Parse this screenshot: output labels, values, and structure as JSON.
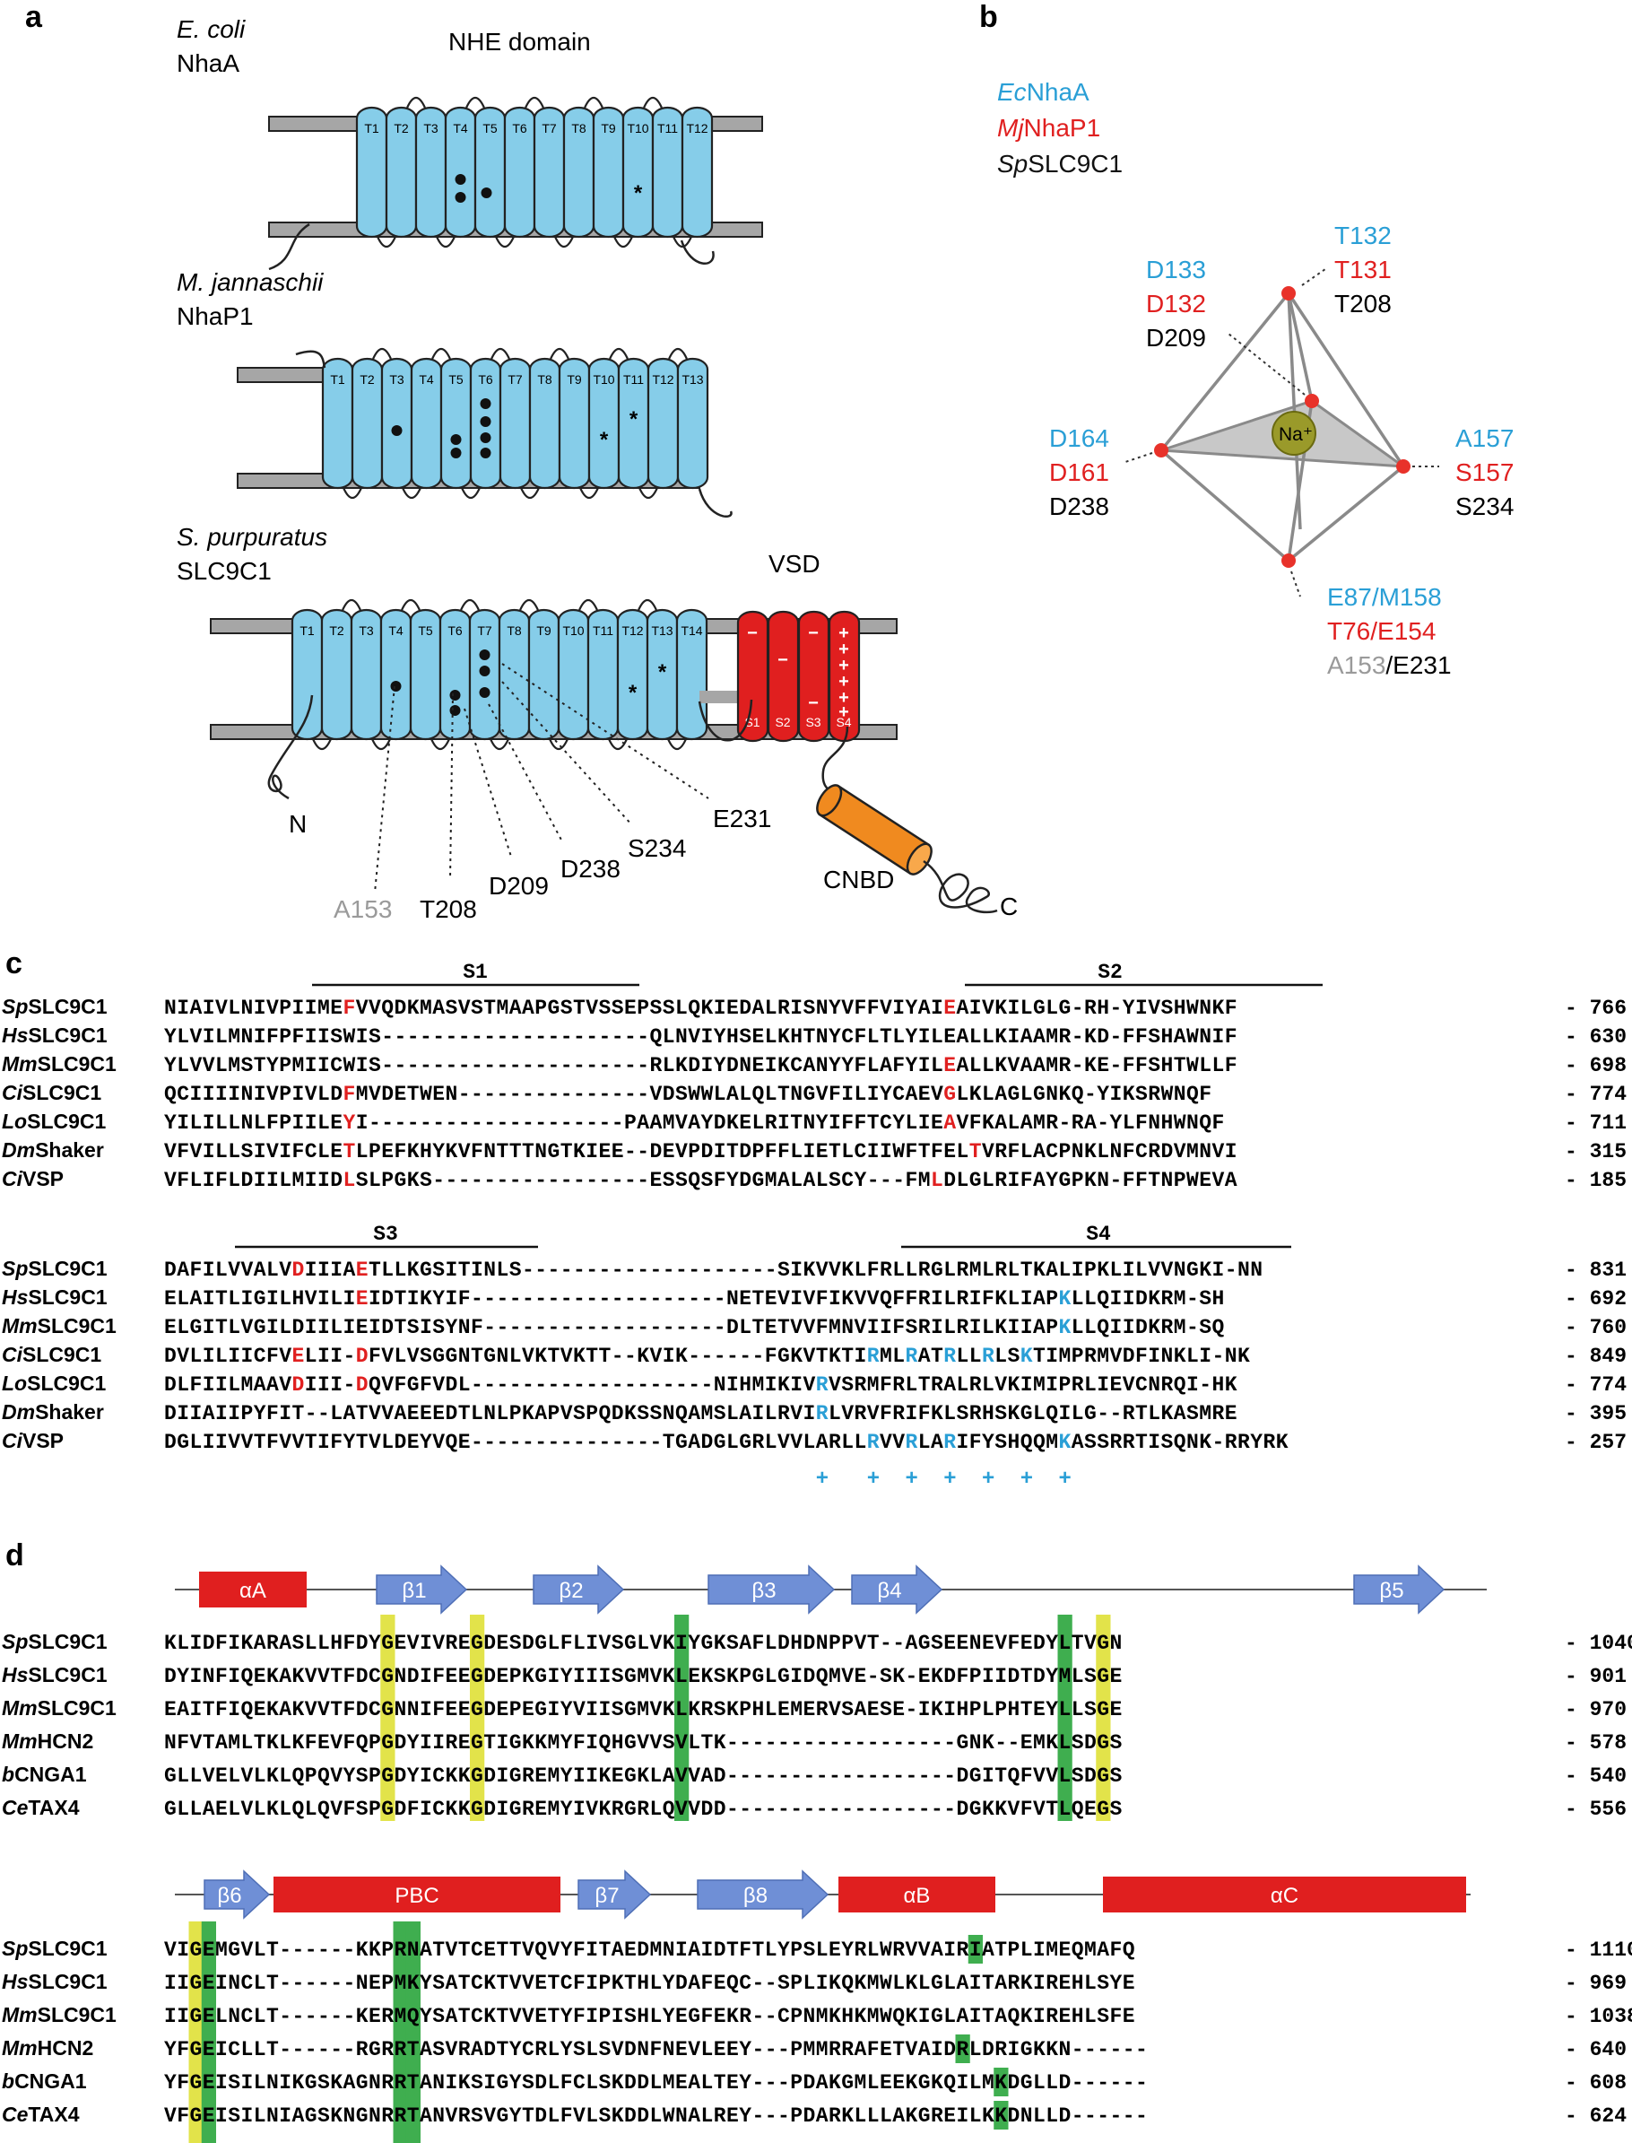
{
  "panels": {
    "a": "a",
    "b": "b",
    "c": "c",
    "d": "d"
  },
  "panel_a": {
    "ecoli": {
      "species": "E. coli",
      "protein": "NhaA",
      "domain": "NHE domain",
      "helices": [
        "T1",
        "T2",
        "T3",
        "T4",
        "T5",
        "T6",
        "T7",
        "T8",
        "T9",
        "T10",
        "T11",
        "T12"
      ]
    },
    "mjann": {
      "species": "M. jannaschii",
      "protein": "NhaP1",
      "helices": [
        "T1",
        "T2",
        "T3",
        "T4",
        "T5",
        "T6",
        "T7",
        "T8",
        "T9",
        "T10",
        "T11",
        "T12",
        "T13"
      ]
    },
    "spurp": {
      "species": "S. purpuratus",
      "protein": "SLC9C1",
      "vsd": "VSD",
      "helices": [
        "T1",
        "T2",
        "T3",
        "T4",
        "T5",
        "T6",
        "T7",
        "T8",
        "T9",
        "T10",
        "T11",
        "T12",
        "T13",
        "T14"
      ],
      "vsd_helices": [
        "S1",
        "S2",
        "S3",
        "S4"
      ],
      "nterm": "N",
      "cterm": "C",
      "cnbd": "CNBD",
      "residues": [
        "A153",
        "T208",
        "D209",
        "D238",
        "S234",
        "E231"
      ]
    },
    "asterisk": "*",
    "vsd_minus": "−",
    "vsd_plus": "+"
  },
  "panel_b": {
    "legend": [
      {
        "italic": "Ec",
        "rest": "NhaA",
        "color": "#2a9fd6"
      },
      {
        "italic": "Mj",
        "rest": "NhaP1",
        "color": "#e02020"
      },
      {
        "italic": "Sp",
        "rest": "SLC9C1",
        "color": "#111111"
      }
    ],
    "ion": "Na⁺",
    "top_right": [
      "T132",
      "T131",
      "T208"
    ],
    "top_left": [
      "D133",
      "D132",
      "D209"
    ],
    "left": [
      "D164",
      "D161",
      "D238"
    ],
    "right": [
      "A157",
      "S157",
      "S234"
    ],
    "bottom": [
      "E87/M158",
      "T76/E154",
      "A153",
      "/E231"
    ]
  },
  "panel_c": {
    "block1": {
      "headers": [
        "S1",
        "S2"
      ],
      "rows": [
        {
          "name_i": "Sp",
          "name": "SLC9C1",
          "seq": "NIAIVLNIVPIIMEFVVQDKMASVSTMAAPGSTVSSEPSSLQKIEDALRISNYVFFVIYAIEAIVKILGLG-RH-YIVSHWNKF",
          "num": "766"
        },
        {
          "name_i": "Hs",
          "name": "SLC9C1",
          "seq": "YLVILMNIFPFIISWIS---------------------QLNVIYHSELKHTNYCFLTLYILEALLKIAAMR-KD-FFSHAWNIF",
          "num": "630"
        },
        {
          "name_i": "Mm",
          "name": "SLC9C1",
          "seq": "YLVVLMSTYPMIICWIS---------------------RLKDIYDNEIKCANYYFLAFYILEALLKVAAMR-KE-FFSHTWLLF",
          "num": "698"
        },
        {
          "name_i": "Ci",
          "name": "SLC9C1",
          "seq": "QCIIIINIVPIVLDFMVDETWEN---------------VDSWWLALQLTNGVFILIYCAEVGLKLAGLGNKQ-YIKSRWNQF",
          "num": "774"
        },
        {
          "name_i": "Lo",
          "name": "SLC9C1",
          "seq": "YILILLNLFPIILEYI--------------------PAAMVAYDKELRITNYIFFTCYLIEAVFKALAMR-RA-YLFNHWNQF",
          "num": "711"
        },
        {
          "name_i": "Dm",
          "name": "Shaker",
          "seq": "VFVILLSIVIFCLETLPEFKHYKVFNTTTNGTKIEE--DEVPDITDPFFLIETLCIIWFTFELTVRFLACPNKLNFCRDVMNVI",
          "num": "315"
        },
        {
          "name_i": "Ci",
          "name": "VSP",
          "seq": "VFLIFLDIILMIIDLSLPGKS-----------------ESSQSFYDGMALALSCY---FMLDLGLRIFAYGPKN-FFTNPWEVA",
          "num": "185"
        }
      ]
    },
    "block2": {
      "headers": [
        "S3",
        "S4"
      ],
      "rows": [
        {
          "name_i": "Sp",
          "name": "SLC9C1",
          "seq": "DAFILVVALVDIIIAETLLKGSITINLS--------------------SIKVVKLFRLLRGLRMLRLTKALIPKLILVVNGKI-NN",
          "num": "831"
        },
        {
          "name_i": "Hs",
          "name": "SLC9C1",
          "seq": "ELAITLIGILHVILIEIDTIKYIF--------------------NETEVIVFIKVVQFFRILRIFKLIAPKLLQIIDKRM-SH",
          "num": "692"
        },
        {
          "name_i": "Mm",
          "name": "SLC9C1",
          "seq": "ELGITLVGILDIILIEIDTSISYNF-------------------DLTETVVFMNVIIFSRILRILKIIAPKLLQIIDKRM-SQ",
          "num": "760"
        },
        {
          "name_i": "Ci",
          "name": "SLC9C1",
          "seq": "DVLILIICFVELII-DFVLVSGGNTGNLVKTVKTT--KVIK------FGKVTKTIRMLRATRLLRLSKTIMPRMVDFINKLI-NK",
          "num": "849"
        },
        {
          "name_i": "Lo",
          "name": "SLC9C1",
          "seq": "DLFIILMAAVDIII-DQVFGFVDL-------------------NIHMIKIVRVSRMFRLTRALRLVKIMIPRLIEVCNRQI-HK",
          "num": "774"
        },
        {
          "name_i": "Dm",
          "name": "Shaker",
          "seq": "DIIAIIPYFIT--LATVVAEEEDTLNLPKAPVSPQDKSSNQAMSLAILRVIRLVRVFRIFKLSRHSKGLQILG--RTLKASMRE",
          "num": "395"
        },
        {
          "name_i": "Ci",
          "name": "VSP",
          "seq": "DGLIIVVTFVVTIFYTVLDEYVQE---------------TGADGLGRLVVLARLLRVVRLARIFYSHQQMKASSRRTISQNK-RRYRK",
          "num": "257"
        }
      ],
      "plus": [
        "+",
        "+",
        "+",
        "+",
        "+",
        "+",
        "+"
      ]
    }
  },
  "panel_d": {
    "block1": {
      "elements": [
        "αA",
        "β1",
        "β2",
        "β3",
        "β4",
        "β5"
      ],
      "rows": [
        {
          "name_i": "Sp",
          "name": "SLC9C1",
          "seq": "KLIDFIKARASLLHFDYGEVIVREGDESDGLFLIVSGLVKIYGKSAFLDHDNPPVT--AGSEENEVFEDYLTVGN",
          "num": "1040"
        },
        {
          "name_i": "Hs",
          "name": "SLC9C1",
          "seq": "DYINFIQEKAKVVTFDCGNDIFEEGDEPKGIYIIISGMVKLEKSKPGLGIDQMVE-SK-EKDFPIIDTDYMLSGE",
          "num": "901"
        },
        {
          "name_i": "Mm",
          "name": "SLC9C1",
          "seq": "EAITFIQEKAKVVTFDCGNNIFEEGDEPEGIYVIISGMVKLKRSKPHLEMERVSAESE-IKIHPLPHTEYLLSGE",
          "num": "970"
        },
        {
          "name_i": "Mm",
          "name": "HCN2",
          "seq": "NFVTAMLTKLKFEVFQPGDYIIREGTIGKKMYFIQHGVVSVLTK------------------GNK--EMKLSDGS",
          "num": "578"
        },
        {
          "name_i": "b",
          "name": "CNGA1",
          "seq": "GLLVELVLKLQPQVYSPGDYICKKGDIGREMYIIKEGKLAVVAD------------------DGITQFVVLSDGS",
          "num": "540"
        },
        {
          "name_i": "Ce",
          "name": "TAX4",
          "seq": "GLLAELVLKLQLQVFSPGDFICKKGDIGREMYIVKRGRLQVVDD------------------DGKKVFVTLQEGS",
          "num": "556"
        }
      ]
    },
    "block2": {
      "elements": [
        "β6",
        "PBC",
        "β7",
        "β8",
        "αB",
        "αC"
      ],
      "rows": [
        {
          "name_i": "Sp",
          "name": "SLC9C1",
          "seq": "VIGEMGVLT------KKPRNATVTCETTVQVYFITAEDMNIAIDTFTLYPSLEYRLWRVVAIRIATPLIMEQMAFQ",
          "num": "1110"
        },
        {
          "name_i": "Hs",
          "name": "SLC9C1",
          "seq": "IIGEINCLT------NEPMKYSATCKTVVETCFIPKTHLYDAFEQC--SPLIKQKMWLKLGLAITARKIREHLSYE",
          "num": "969"
        },
        {
          "name_i": "Mm",
          "name": "SLC9C1",
          "seq": "IIGELNCLT------KERMQYSATCKTVVETYFIPISHLYEGFEKR--CPNMKHKMWQKIGLAITAQKIREHLSFE",
          "num": "1038"
        },
        {
          "name_i": "Mm",
          "name": "HCN2",
          "seq": "YFGEICLLT------RGRRTASVRADTYCRLYSLSVDNFNEVLEEY---PMMRRAFETVAIDRLDRIGKKN------",
          "num": "640"
        },
        {
          "name_i": "b",
          "name": "CNGA1",
          "seq": "YFGEISILNIKGSKAGNRRTANIKSIGYSDLFCLSKDDLMEALTEY---PDAKGMLEEKGKQILMKDGLLD------",
          "num": "608"
        },
        {
          "name_i": "Ce",
          "name": "TAX4",
          "seq": "VFGEISILNIAGSKNGNRRTANVRSVGYTDLFVLSKDDLWNALREY---PDARKLLLAKGREILKKDNLLD------",
          "num": "624"
        }
      ]
    }
  }
}
